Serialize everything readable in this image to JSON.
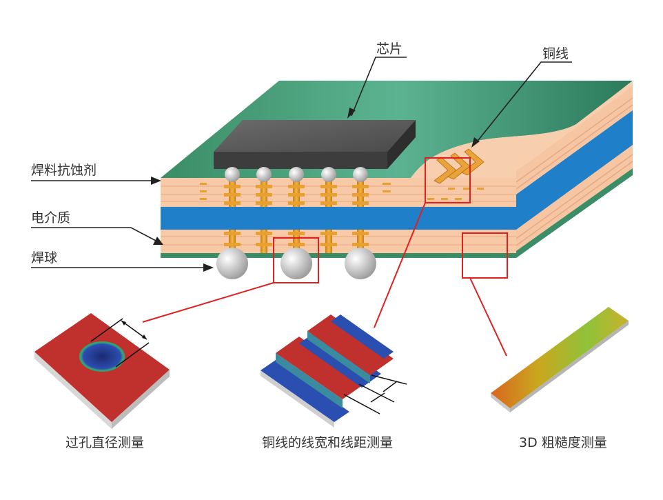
{
  "labels": {
    "chip": "芯片",
    "copper_line": "铜线",
    "solder_resist": "焊料抗蚀剂",
    "dielectric": "电介质",
    "solder_ball": "焊球"
  },
  "captions": {
    "via": "过孔直径测量",
    "line": "铜线的线宽和线距测量",
    "roughness": "3D 粗糙度测量"
  },
  "colors": {
    "board_green": "#3f9a72",
    "dielectric_blue": "#1f7fc8",
    "peach": "#f8c9a6",
    "copper": "#e8a030",
    "chip_gray": "#5a5a5a",
    "highlight_red": "#e02020",
    "surface_red": "#c0302c",
    "surface_blue": "#2a4fb0"
  }
}
